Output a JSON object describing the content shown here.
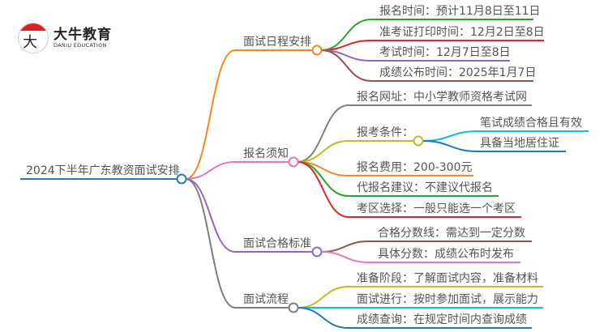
{
  "logo": {
    "cn": "大牛教育",
    "en": "DANIU EDUCATION",
    "mark": "大牛"
  },
  "root": {
    "label": "2024下半年广东教资面试安排",
    "color": "#2a7ab8"
  },
  "branches": [
    {
      "label": "面试日程安排",
      "color": "#f5891e",
      "children": [
        {
          "label": "报名时间：预计11月8日至11日",
          "color": "#2ea32e"
        },
        {
          "label": "准考证打印时间：12月2日至8日",
          "color": "#e0262a"
        },
        {
          "label": "考试时间：12月7日至8日",
          "color": "#9467bd"
        },
        {
          "label": "成绩公布时间：2025年1月7日",
          "color": "#8c564b"
        }
      ]
    },
    {
      "label": "报名须知",
      "color": "#e377c2",
      "children": [
        {
          "label": "报名网址：中小学教师资格考试网",
          "color": "#7f7f7f"
        },
        {
          "label": "报考条件：",
          "color": "#bcbd22",
          "children": [
            {
              "label": "笔试成绩合格且有效",
              "color": "#17becf"
            },
            {
              "label": "具备当地居住证",
              "color": "#1f77b4"
            }
          ]
        },
        {
          "label": "报名费用：200-300元",
          "color": "#f5891e"
        },
        {
          "label": "代报名建议：不建议代报名",
          "color": "#2ea32e"
        },
        {
          "label": "考区选择：一般只能选一个考区",
          "color": "#e0262a"
        }
      ]
    },
    {
      "label": "面试合格标准",
      "color": "#9467bd",
      "children": [
        {
          "label": "合格分数线：需达到一定分数",
          "color": "#8c564b"
        },
        {
          "label": "具体分数：成绩公布时发布",
          "color": "#e377c2"
        }
      ]
    },
    {
      "label": "面试流程",
      "color": "#7f7f7f",
      "children": [
        {
          "label": "准备阶段：了解面试内容，准备材料",
          "color": "#bcbd22"
        },
        {
          "label": "面试进行：按时参加面试，展示能力",
          "color": "#17becf"
        },
        {
          "label": "成绩查询：在规定时间内查询成绩",
          "color": "#1f77b4"
        }
      ]
    }
  ]
}
